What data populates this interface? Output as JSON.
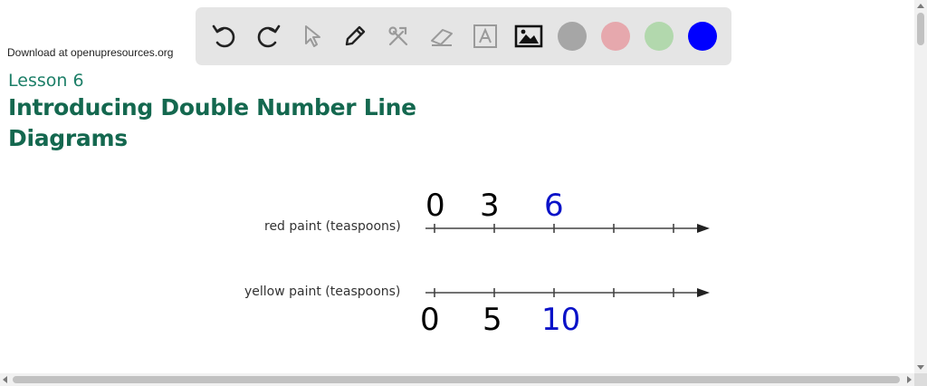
{
  "header": {
    "download_text": "Download at openupresources.org",
    "lesson_label": "Lesson 6",
    "title": "Introducing Double Number Line Diagrams"
  },
  "toolbar": {
    "tools": [
      {
        "name": "undo-icon",
        "enabled": true
      },
      {
        "name": "redo-icon",
        "enabled": true
      },
      {
        "name": "pointer-icon",
        "enabled": false
      },
      {
        "name": "pencil-icon",
        "enabled": true
      },
      {
        "name": "tools-icon",
        "enabled": false
      },
      {
        "name": "eraser-icon",
        "enabled": false
      },
      {
        "name": "text-icon",
        "enabled": false
      },
      {
        "name": "image-icon",
        "enabled": true
      }
    ],
    "colors": [
      "#a6a6a6",
      "#e6a8ad",
      "#b2d8ad",
      "#0000ff"
    ]
  },
  "diagram": {
    "red_label": "red paint (teaspoons)",
    "yellow_label": "yellow paint (teaspoons)",
    "red_values": [
      "0",
      "3",
      "6"
    ],
    "yellow_values": [
      "0",
      "5",
      "10"
    ],
    "ink_color": "#000000",
    "highlight_color": "#0a12c8"
  }
}
